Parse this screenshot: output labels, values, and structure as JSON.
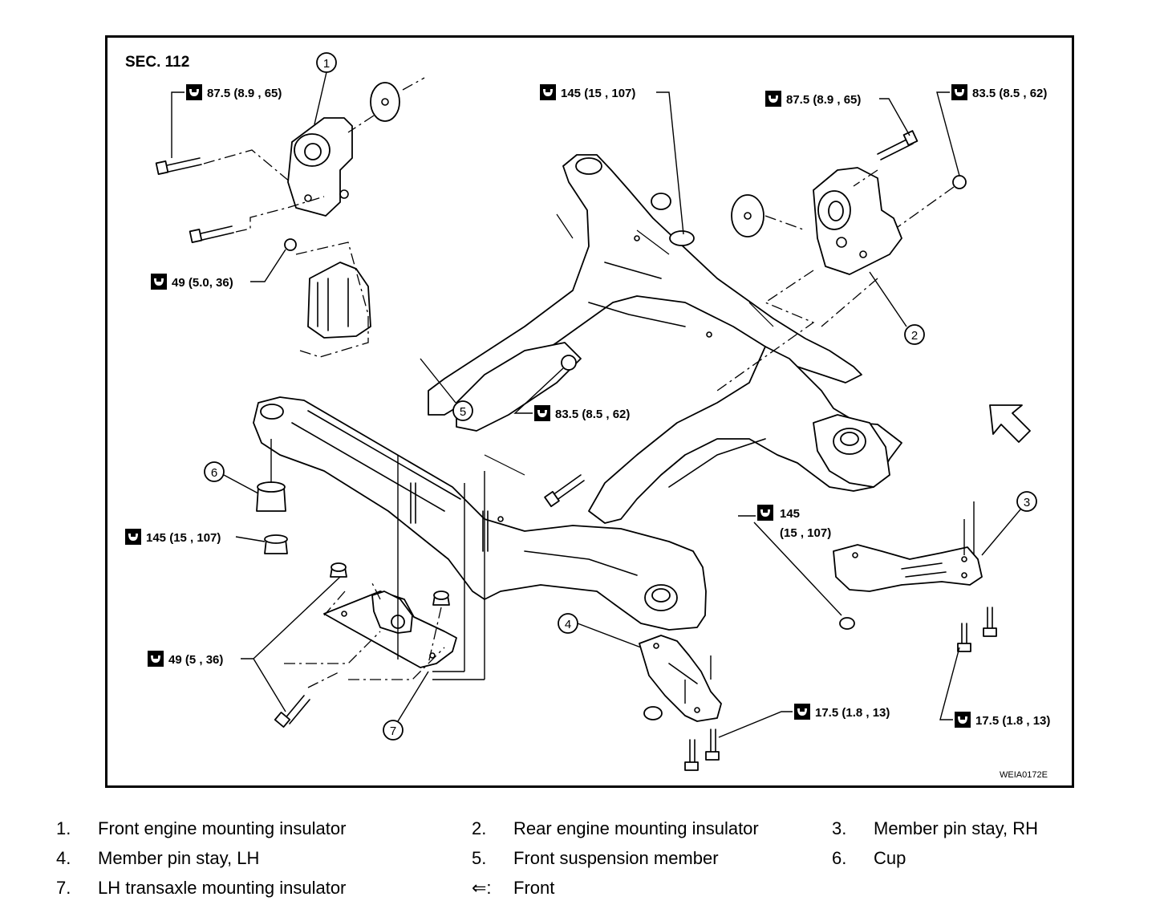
{
  "section_label": "SEC. 112",
  "figure_code": "WEIA0172E",
  "torque_specs": {
    "t1": "87.5 (8.9 , 65)",
    "t2": "145 (15 , 107)",
    "t3": "87.5 (8.9 , 65)",
    "t4": "83.5 (8.5 , 62)",
    "t5": "49 (5.0, 36)",
    "t6": "83.5 (8.5 , 62)",
    "t7": "145 (15 , 107)",
    "t8_line1": "145",
    "t8_line2": "(15 , 107)",
    "t9": "49 (5 , 36)",
    "t10": "17.5 (1.8 , 13)",
    "t11": "17.5 (1.8 , 13)"
  },
  "callouts": {
    "c1": "1",
    "c2": "2",
    "c3": "3",
    "c4": "4",
    "c5": "5",
    "c6": "6",
    "c7": "7"
  },
  "legend": [
    {
      "number": "1.",
      "label": "Front engine mounting insulator"
    },
    {
      "number": "2.",
      "label": "Rear engine mounting insulator"
    },
    {
      "number": "3.",
      "label": "Member pin stay, RH"
    },
    {
      "number": "4.",
      "label": "Member pin stay, LH"
    },
    {
      "number": "5.",
      "label": "Front suspension member"
    },
    {
      "number": "6.",
      "label": "Cup"
    },
    {
      "number": "7.",
      "label": "LH transaxle mounting insulator"
    },
    {
      "number": "⇐:",
      "label": "Front"
    }
  ],
  "icons": {
    "torque_wrench": "torque-wrench-icon",
    "front_direction": "front-direction-arrow-icon"
  }
}
